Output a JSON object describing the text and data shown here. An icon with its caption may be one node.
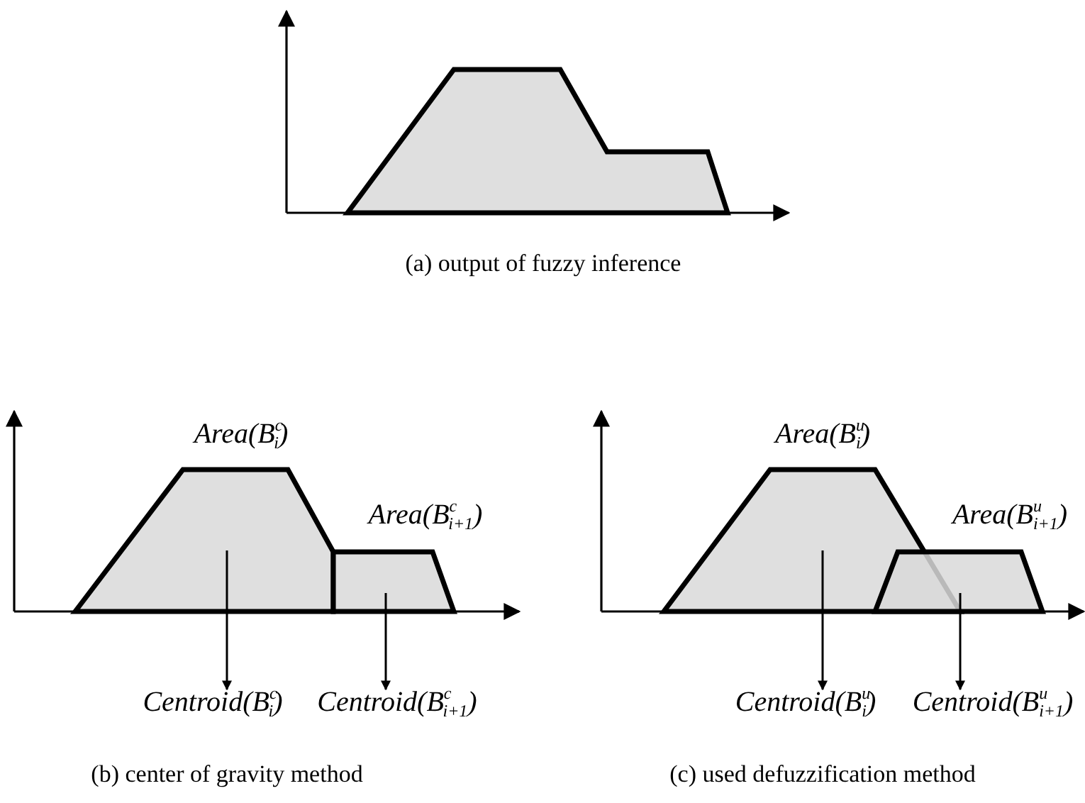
{
  "diagram": {
    "nodes": [
      {
        "text": [
          "Centroid(B$^{c}$$_{i}$)"
        ]
      },
      {
        "text": [
          "Centroid(B$^{c}$$_{i+1}$)"
        ]
      },
      {
        "text": [
          "Centroid(B$^{u}$$_{i}$)"
        ]
      },
      {
        "text": [
          "Centroid(B$^{u}$$_{i+1}$)"
        ]
      }
    ],
    "edges": [
      {
        "from": null,
        "to": 0,
        "arrow": "to"
      },
      {
        "from": null,
        "to": 1,
        "arrow": "to"
      },
      {
        "from": null,
        "to": 2,
        "arrow": "to"
      },
      {
        "from": null,
        "to": 3,
        "arrow": "to"
      }
    ],
    "labels": [
      "(a) output of fuzzy inference",
      "Area(B$^{c}$$_{i}$)",
      "Area(B$^{u}$$_{i}$)",
      "Area(B$^{c}$$_{i+1}$)",
      "Area(B$^{u}$$_{i+1}$)",
      "(b) center of gravity method",
      "(c) used defuzzification method"
    ]
  }
}
